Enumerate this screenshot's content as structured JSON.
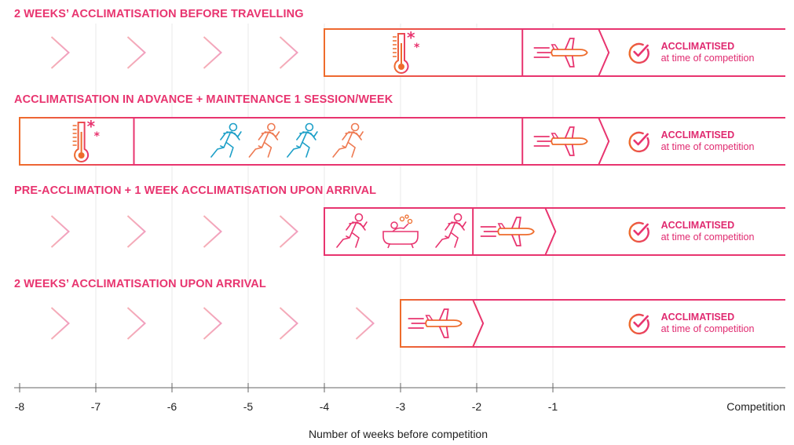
{
  "colors": {
    "pink": "#e8346f",
    "orange": "#ee6c2c",
    "light_chevron": "#f4a6b8",
    "peach_chevron": "#f7b89c",
    "blue_runner": "#1ea0c8",
    "gridline": "#e8e8e8",
    "axis": "#666666"
  },
  "axis": {
    "ticks": [
      {
        "value": -8,
        "label": "-8"
      },
      {
        "value": -7,
        "label": "-7"
      },
      {
        "value": -6,
        "label": "-6"
      },
      {
        "value": -5,
        "label": "-5"
      },
      {
        "value": -4,
        "label": "-4"
      },
      {
        "value": -3,
        "label": "-3"
      },
      {
        "value": -2,
        "label": "-2"
      },
      {
        "value": -1,
        "label": "-1"
      },
      {
        "value": 0,
        "label": "Competition"
      }
    ],
    "xlabel": "Number of weeks before competition"
  },
  "rows": [
    {
      "title": "2 WEEKS’ ACCLIMATISATION BEFORE TRAVELLING",
      "idle_chevrons": [
        -7.5,
        -6.5,
        -5.5,
        -4.5
      ],
      "boxes": [
        {
          "start": -4,
          "end": -1.4,
          "color": "orange"
        },
        {
          "start": -1.4,
          "end": -0.4,
          "color": "pink"
        },
        {
          "start": -0.4,
          "end": 3.15,
          "color": "pink",
          "open": true
        }
      ],
      "icons": [
        {
          "type": "thermometer-icon",
          "at": -3
        },
        {
          "type": "airplane-icon",
          "at": -0.9
        },
        {
          "type": "check-icon",
          "at": 0.13
        }
      ],
      "result_title": "ACCLIMATISED",
      "result_sub": "at time of competition"
    },
    {
      "title": "ACCLIMATISATION IN ADVANCE + MAINTENANCE 1 SESSION/WEEK",
      "idle_chevrons": [],
      "boxes": [
        {
          "start": -8,
          "end": -6.5,
          "color": "orange"
        },
        {
          "start": -6.5,
          "end": -1.4,
          "color": "pink"
        },
        {
          "start": -1.4,
          "end": -0.4,
          "color": "pink"
        },
        {
          "start": -0.4,
          "end": 3.15,
          "color": "pink",
          "open": true
        }
      ],
      "icons": [
        {
          "type": "thermometer-icon",
          "at": -7.2
        },
        {
          "type": "runner-icon",
          "at": -5.3,
          "tone": "blue"
        },
        {
          "type": "runner-icon",
          "at": -4.8,
          "tone": "orange"
        },
        {
          "type": "runner-icon",
          "at": -4.3,
          "tone": "blue"
        },
        {
          "type": "runner-icon",
          "at": -3.7,
          "tone": "orange"
        },
        {
          "type": "airplane-icon",
          "at": -0.9
        },
        {
          "type": "check-icon",
          "at": 0.13
        }
      ],
      "result_title": "ACCLIMATISED",
      "result_sub": "at time of competition"
    },
    {
      "title": "PRE-ACCLIMATION + 1 WEEK ACCLIMATISATION UPON ARRIVAL",
      "idle_chevrons": [
        -7.5,
        -6.5,
        -5.5,
        -4.5
      ],
      "boxes": [
        {
          "start": -4,
          "end": -2.05,
          "color": "pink"
        },
        {
          "start": -2.05,
          "end": -1.1,
          "color": "pink"
        },
        {
          "start": -1.1,
          "end": 3.15,
          "color": "pink",
          "open": true
        }
      ],
      "icons": [
        {
          "type": "runner-icon",
          "at": -3.65,
          "tone": "pink"
        },
        {
          "type": "bath-icon",
          "at": -3
        },
        {
          "type": "runner-icon",
          "at": -2.35,
          "tone": "pink"
        },
        {
          "type": "airplane-icon",
          "at": -1.6
        },
        {
          "type": "check-icon",
          "at": 0.13
        }
      ],
      "result_title": "ACCLIMATISED",
      "result_sub": "at time of competition"
    },
    {
      "title": "2 WEEKS’ ACCLIMATISATION UPON ARRIVAL",
      "idle_chevrons": [
        -7.5,
        -6.5,
        -5.5,
        -4.5,
        -3.5
      ],
      "boxes": [
        {
          "start": -3,
          "end": -2.05,
          "color": "orange"
        },
        {
          "start": -2.05,
          "end": 3.15,
          "color": "pink",
          "open": true
        }
      ],
      "icons": [
        {
          "type": "airplane-icon",
          "at": -2.55
        },
        {
          "type": "check-icon",
          "at": 0.13
        }
      ],
      "result_title": "ACCLIMATISED",
      "result_sub": "at time of competition"
    }
  ]
}
